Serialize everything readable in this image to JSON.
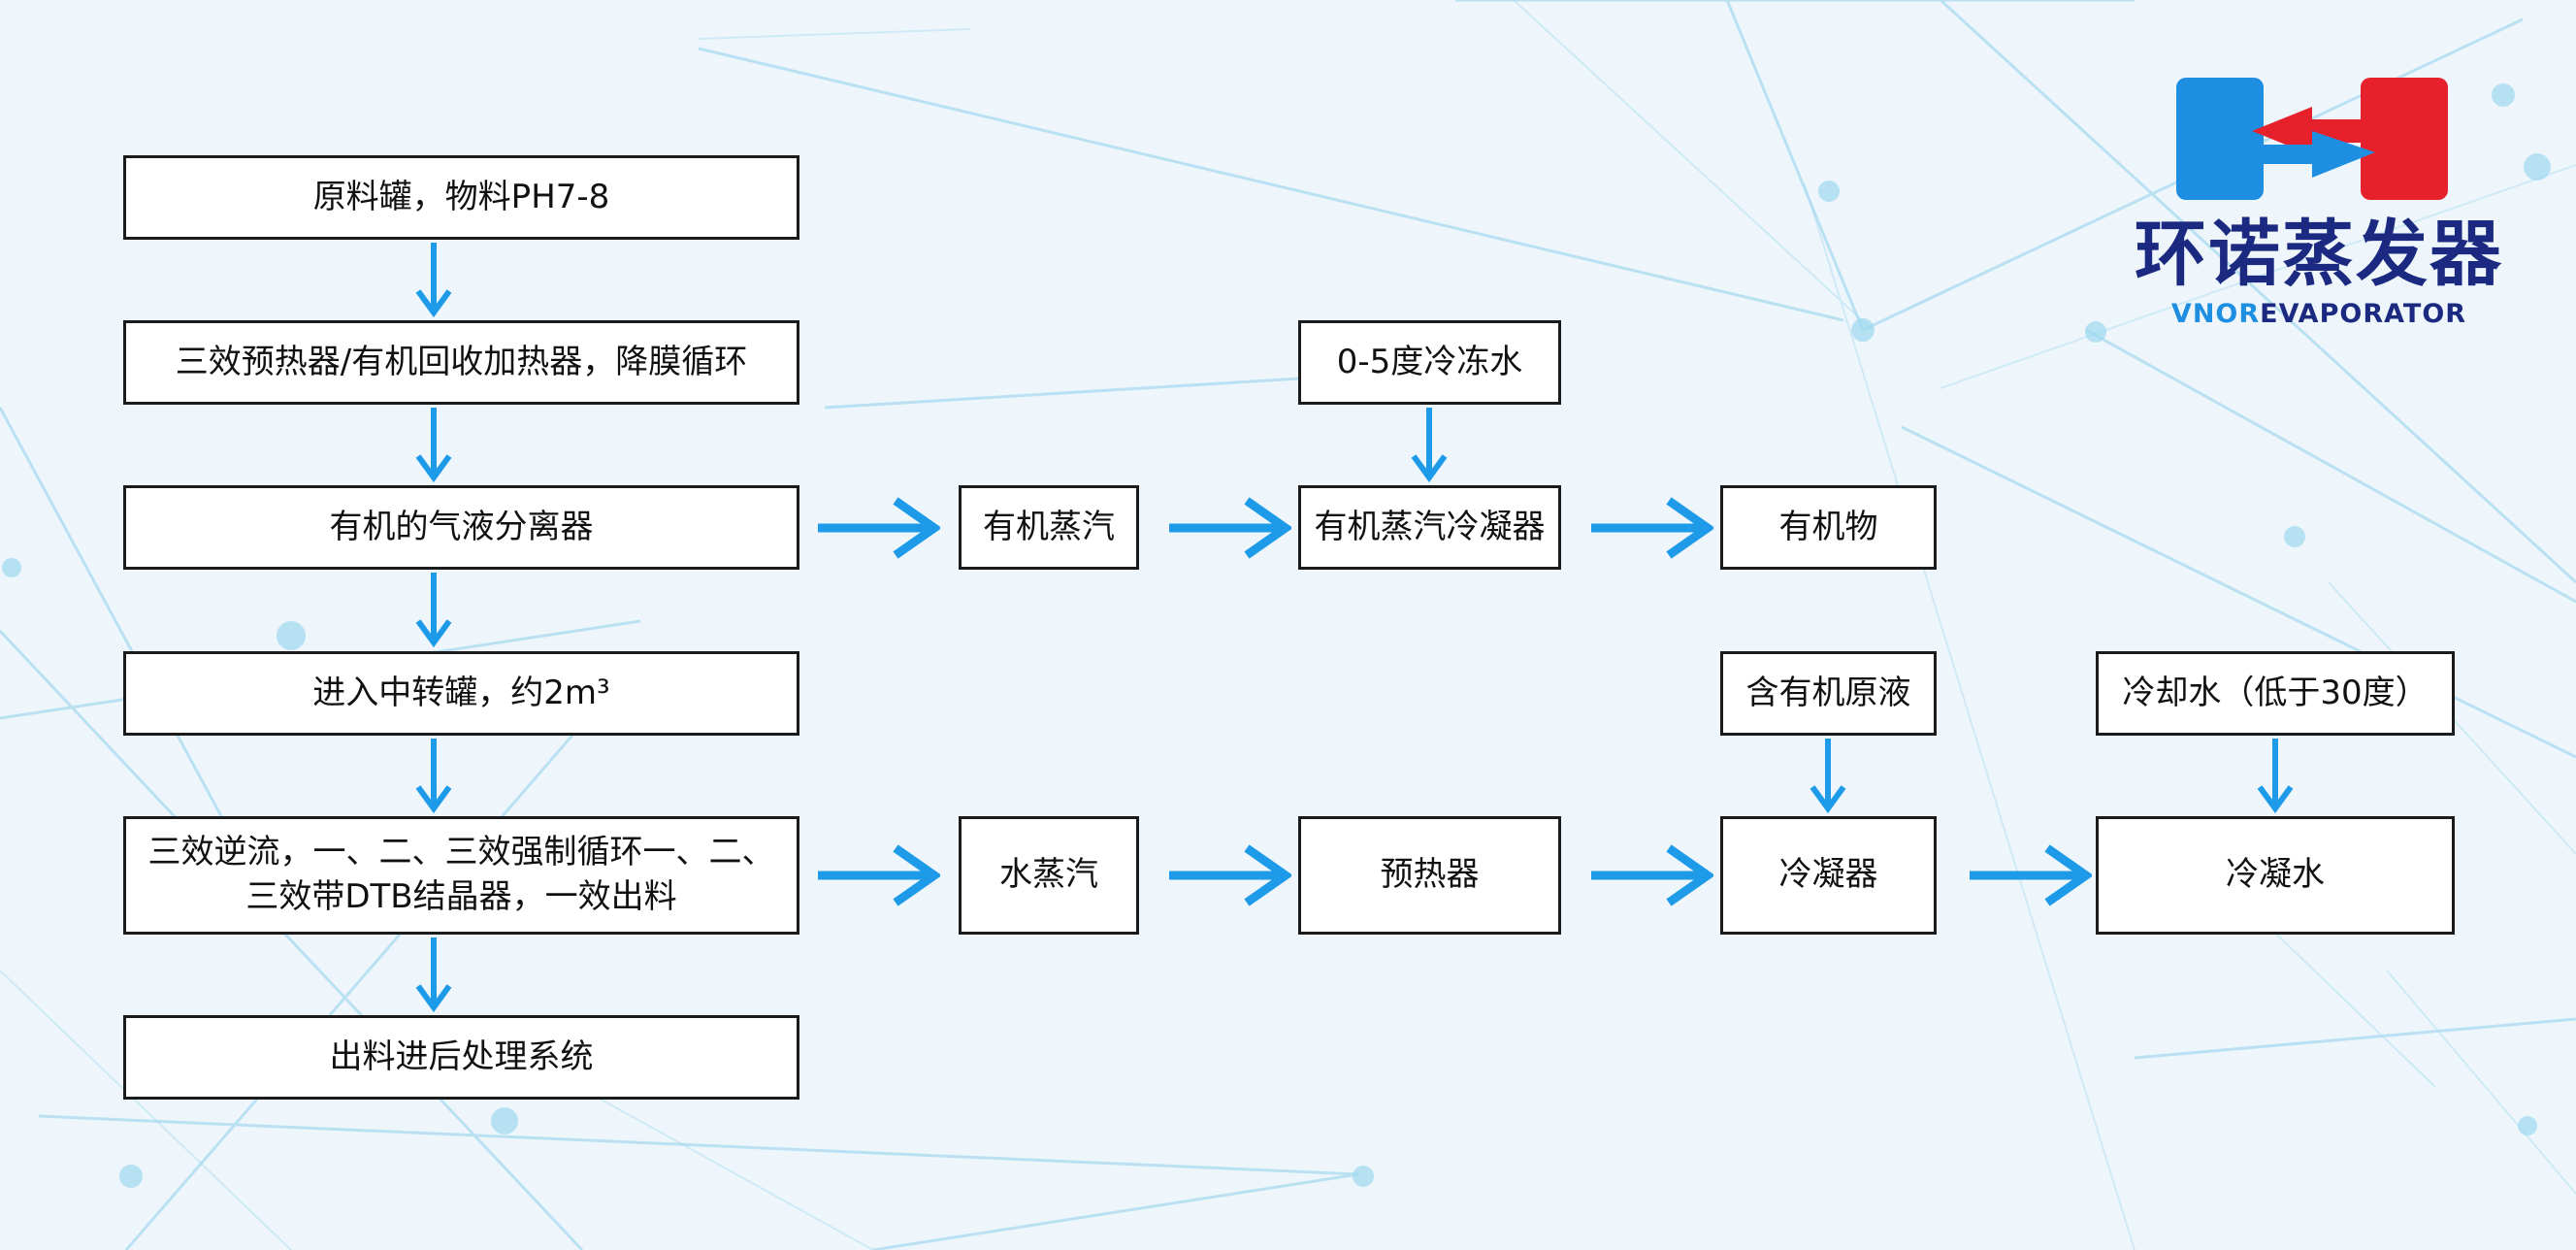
{
  "brand": {
    "name_cn": "环诺蒸发器",
    "name_en_highlight": "VNOR",
    "name_en_rest": "EVAPORATOR",
    "colors": {
      "blue": "#1e8fe0",
      "red": "#e6212b",
      "navy": "#1b2a80"
    }
  },
  "colors": {
    "arrow": "#1e9be8",
    "box_border": "#1b1b1b"
  },
  "main_chain": [
    "原料罐，物料PH7-8",
    "三效预热器/有机回收加热器，降膜循环",
    "有机的气液分离器",
    "进入中转罐，约2m³",
    "三效逆流，一、二、三效强制循环一、二、三效带DTB结晶器，一效出料",
    "出料进后处理系统"
  ],
  "organic_branch": {
    "vapor": "有机蒸汽",
    "coolant": "0-5度冷冻水",
    "condenser": "有机蒸汽冷凝器",
    "product": "有机物"
  },
  "water_branch": {
    "vapor": "水蒸汽",
    "preheater": "预热器",
    "raw_liquid": "含有机原液",
    "condenser": "冷凝器",
    "cooling_water": "冷却水（低于30度）",
    "condensate": "冷凝水"
  }
}
